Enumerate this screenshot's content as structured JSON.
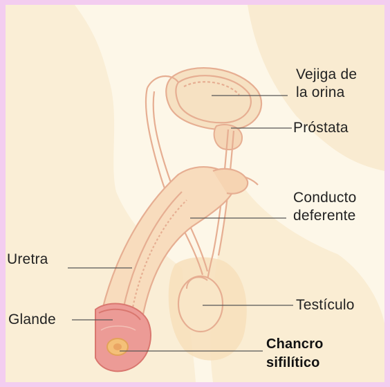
{
  "diagram": {
    "labels": {
      "bladder": "Vejiga de\nla orina",
      "prostate": "Próstata",
      "vas_deferens": "Conducto\ndeferente",
      "urethra": "Uretra",
      "glans": "Glande",
      "testicle": "Testículo",
      "chancre": "Chancro\nsifilítico"
    },
    "colors": {
      "frame": "#f3cdf0",
      "background": "#fdf7e8",
      "body_shade": "#f6e2bd",
      "organ_outline": "#e6ae92",
      "glans": "#e98b88",
      "chancre": "#f4c078",
      "leader_line": "#555555"
    }
  }
}
